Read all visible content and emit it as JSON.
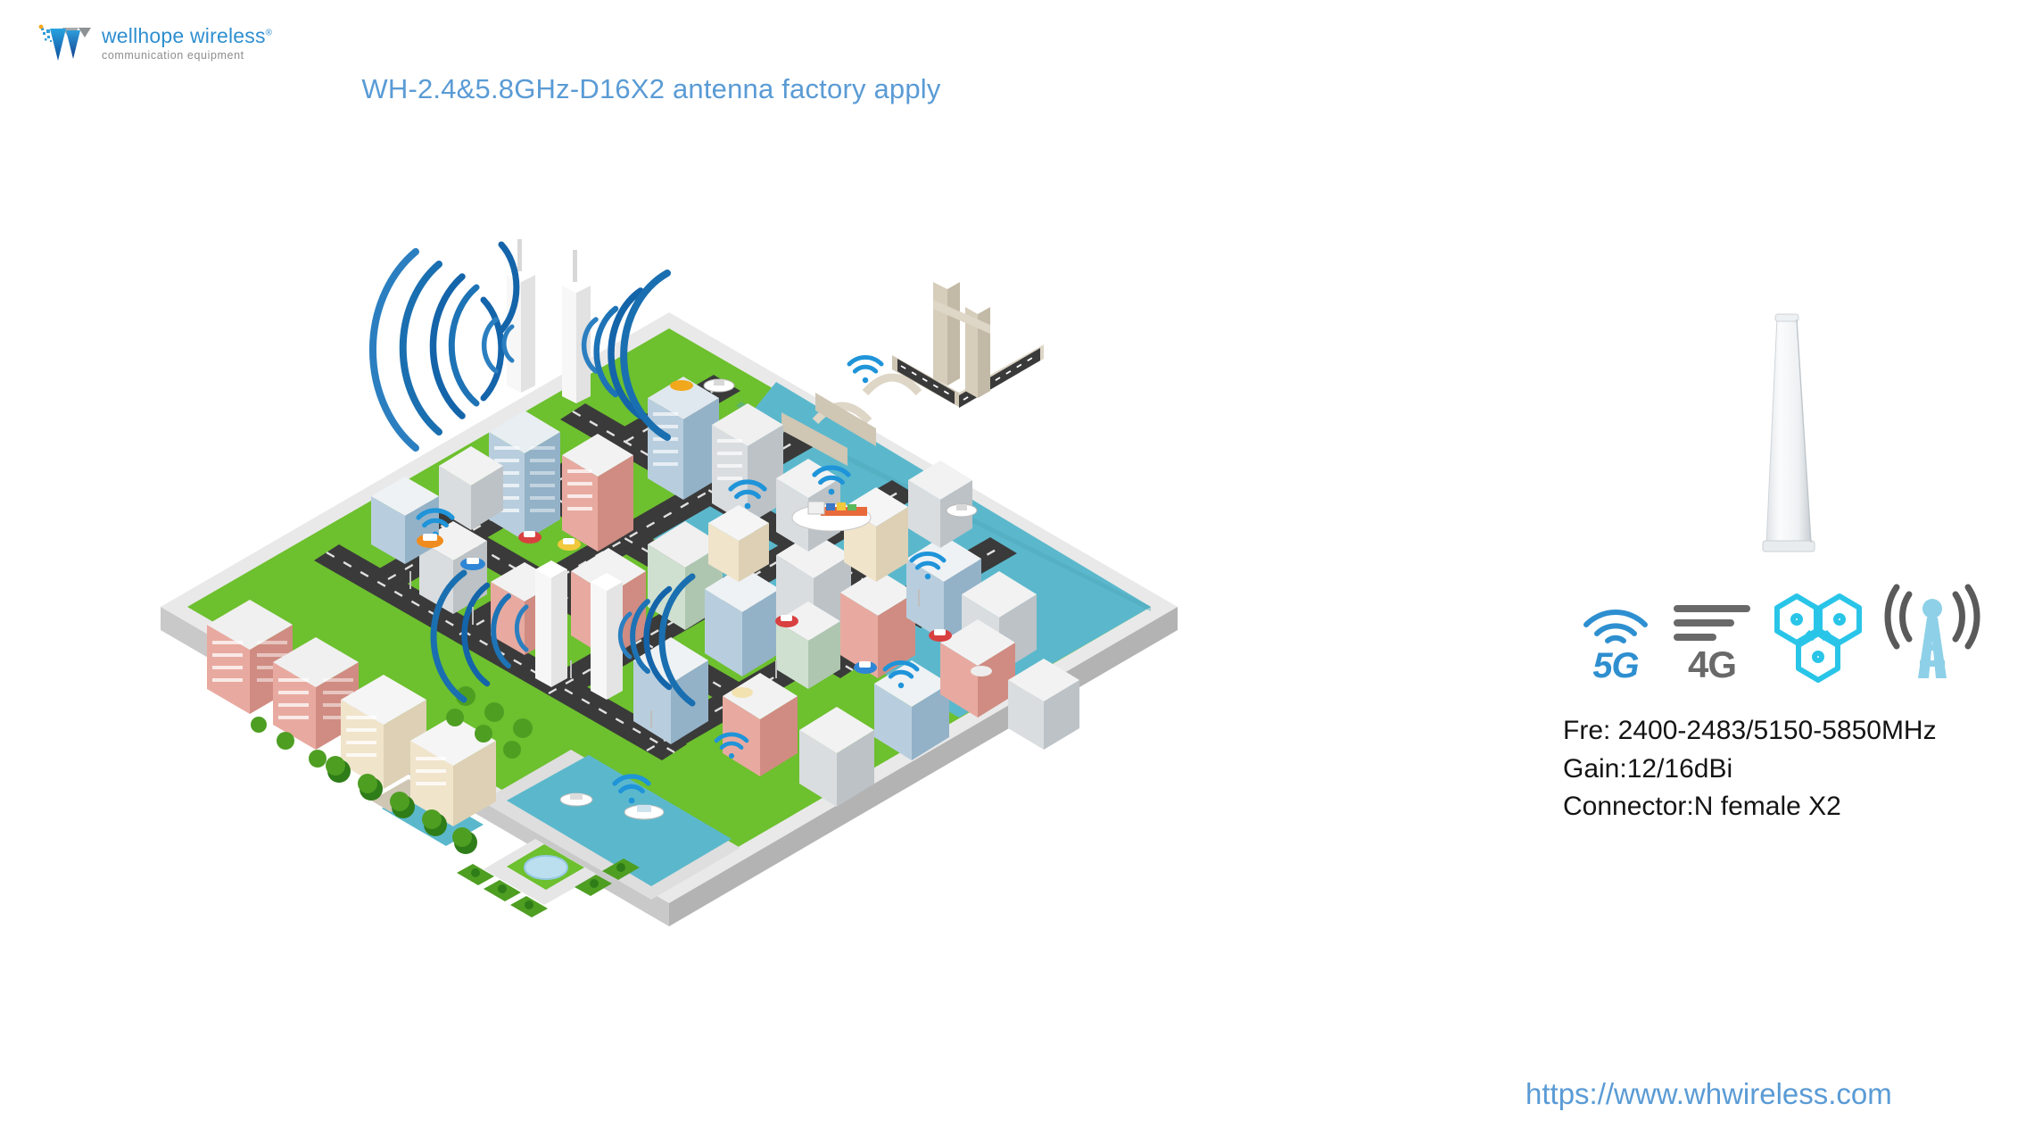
{
  "brand": {
    "logo_icon": "wellhope-w-mark-icon",
    "name": "wellhope wireless",
    "registered_mark": "®",
    "tagline": "communication equipment"
  },
  "header": {
    "title": "WH-2.4&5.8GHz-D16X2 antenna factory apply",
    "title_color": "#5a9bd5"
  },
  "illustration": {
    "name": "isometric-smart-city-wireless-coverage",
    "ground_color": "#6dc02e",
    "water_color": "#5bb8cc",
    "road_color": "#3a3a3a",
    "base_color": "#d9d9d9",
    "wave_color": "#1464aa",
    "wifi_color": "#1f94d9",
    "antenna_mast_color": "#f2f2f2",
    "masts": [
      {
        "name": "rooftop-antenna-mast-north-left"
      },
      {
        "name": "rooftop-antenna-mast-north-right"
      },
      {
        "name": "rooftop-antenna-mast-central-left"
      },
      {
        "name": "rooftop-antenna-mast-central-right"
      }
    ],
    "wifi_markers": [
      "wifi-marker-bridge",
      "wifi-marker-harbor-tower",
      "wifi-marker-cargo-ship",
      "wifi-marker-waterfront-block",
      "wifi-marker-street-car",
      "wifi-marker-downtown-block",
      "wifi-marker-marina-boat",
      "wifi-marker-south-block"
    ],
    "vehicles": [
      "taxi",
      "bus",
      "van",
      "car",
      "truck"
    ],
    "vessels": [
      "cargo-ship",
      "speedboat-north",
      "speedboat-east",
      "yacht-marina",
      "boat-marina"
    ]
  },
  "product": {
    "image_name": "wh-2.4-5.8ghz-d16x2-antenna",
    "body_color": "#f2f4f6"
  },
  "tech_icons": [
    {
      "name": "5g-wifi-icon",
      "label": "5G",
      "color": "#2e8fd0"
    },
    {
      "name": "4g-bars-icon",
      "label": "4G",
      "color": "#696969"
    },
    {
      "name": "hexagon-cell-network-icon",
      "label": "",
      "color": "#29c5e8"
    },
    {
      "name": "cell-tower-signal-icon",
      "label": "",
      "color": "#8ed0e8",
      "arc_color": "#5a5a5a"
    }
  ],
  "specs": {
    "frequency": "Fre: 2400-2483/5150-5850MHz",
    "gain": "Gain:12/16dBi",
    "connector": "Connector:N female X2"
  },
  "footer": {
    "url": "https://www.whwireless.com",
    "url_color": "#5a9bd5"
  }
}
